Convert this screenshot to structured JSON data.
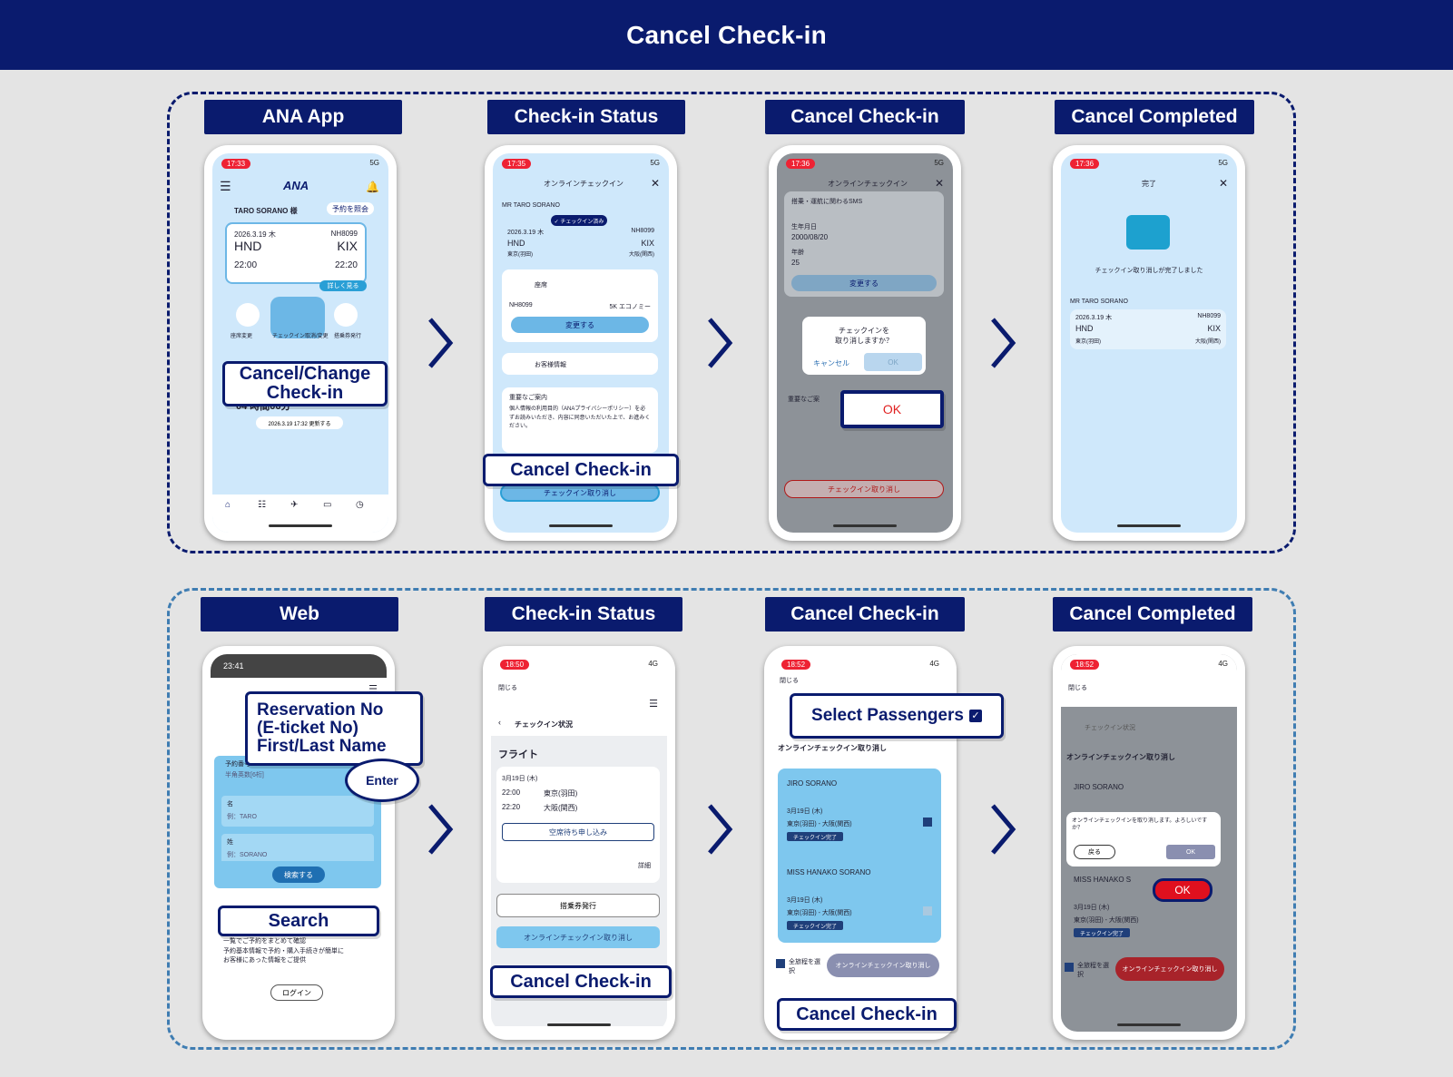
{
  "title": "Cancel Check-in",
  "app_row": {
    "steps": [
      "ANA App",
      "Check-in Status",
      "Cancel Check-in",
      "Cancel Completed"
    ],
    "callouts": {
      "cancel_change": "Cancel/Change\nCheck-in",
      "cancel_checkin": "Cancel Check-in",
      "ok": "OK"
    },
    "phone1": {
      "time": "17:33",
      "signal": "5G",
      "brand": "ANA",
      "passenger": "TARO SORANO 様",
      "reserve_btn": "予約を照会",
      "date": "2026.3.19 木",
      "flight": "NH8099",
      "from": "HND",
      "to": "KIX",
      "dep": "22:00",
      "arr": "22:20",
      "detail": "詳しく見る",
      "icon_labels": [
        "座席変更",
        "チェックイン取消/変更",
        "搭乗券発行"
      ],
      "remaining": "04 時間06分",
      "updated": "2026.3.19 17:32 更新する"
    },
    "phone2": {
      "time": "17:35",
      "signal": "5G",
      "header": "オンラインチェックイン",
      "pax": "MR TARO SORANO",
      "badge": "✓ チェックイン済み",
      "date": "2026.3.19 木",
      "flight": "NH8099",
      "from": "HND",
      "from_sub": "東京(羽田)",
      "to": "KIX",
      "to_sub": "大阪(関西)",
      "seat_title": "座席",
      "seat_flight": "NH8099",
      "seat_class": "5K エコノミー",
      "change_btn": "変更する",
      "customer_info": "お客様情報",
      "notice_title": "重要なご案内",
      "notice_text": "個人情報の利用目的（ANAプライバシーポリシー）を必ずお読みいただき、内容に同意いただいた上で、お進みください。",
      "cancel_btn": "チェックイン取り消し"
    },
    "phone3": {
      "time": "17:36",
      "signal": "5G",
      "header": "オンラインチェックイン",
      "sms": "搭乗・運航に関わるSMS",
      "dob_label": "生年月日",
      "dob": "2000/08/20",
      "age_label": "年齢",
      "age": "25",
      "change_btn": "変更する",
      "dialog": "チェックインを\n取り消しますか？",
      "dialog_cancel": "キャンセル",
      "dialog_ok": "OK",
      "notice_title": "重要なご案",
      "cancel_btn": "チェックイン取り消し"
    },
    "phone4": {
      "time": "17:36",
      "signal": "5G",
      "header": "完了",
      "message": "チェックイン取り消しが完了しました",
      "pax": "MR TARO SORANO",
      "date": "2026.3.19 木",
      "flight": "NH8099",
      "from": "HND",
      "from_sub": "東京(羽田)",
      "to": "KIX",
      "to_sub": "大阪(関西)"
    }
  },
  "web_row": {
    "steps": [
      "Web",
      "Check-in Status",
      "Cancel Check-in",
      "Cancel Completed"
    ],
    "callouts": {
      "reservation": "Reservation No\n(E-ticket No)\nFirst/Last Name",
      "enter": "Enter",
      "search": "Search",
      "cancel_checkin2": "Cancel Check-in",
      "select_passengers": "Select Passengers",
      "cancel_checkin3": "Cancel Check-in",
      "ok": "OK"
    },
    "phone1": {
      "time": "23:41",
      "field1_label": "予約番号",
      "field1_hint": "半角英数[6桁]",
      "field2_label": "名",
      "field2_hint": "例：TARO",
      "field3_label": "姓",
      "field3_hint": "例：SORANO",
      "search_btn": "検索する",
      "bullets": [
        "一覧でご予約をまとめて確認",
        "予約基本情報で予約・購入手続きが簡単に",
        "お客様にあった情報をご提供"
      ],
      "login": "ログイン"
    },
    "phone2": {
      "time": "18:50",
      "signal": "4G",
      "close": "閉じる",
      "title": "チェックイン状況",
      "section": "フライト",
      "date": "3月19日 (木)",
      "dep_time": "22:00",
      "dep": "東京(羽田)",
      "arr_time": "22:20",
      "arr": "大阪(関西)",
      "waitlist": "空席待ち申し込み",
      "detail": "詳細",
      "boarding": "搭乗券発行",
      "cancel_btn": "オンラインチェックイン取り消し"
    },
    "phone3": {
      "time": "18:52",
      "signal": "4G",
      "close": "閉じる",
      "title": "オンラインチェックイン取り消し",
      "pax1": "JIRO SORANO",
      "pax2": "MISS HANAKO SORANO",
      "date": "3月19日 (木)",
      "route": "東京(羽田) - 大阪(関西)",
      "status": "チェックイン完了",
      "select_all": "全旅程を選択",
      "cancel_btn": "オンラインチェックイン取り消し"
    },
    "phone4": {
      "time": "18:52",
      "signal": "4G",
      "close": "閉じる",
      "title": "オンラインチェックイン取り消し",
      "back_title": "チェックイン状況",
      "pax1": "JIRO SORANO",
      "pax2": "MISS HANAKO S",
      "dialog": "オンラインチェックインを取り消します。よろしいですか？",
      "back_btn": "戻る",
      "ok_btn": "OK",
      "date": "3月19日 (木)",
      "route": "東京(羽田) - 大阪(関西)",
      "status": "チェックイン完了",
      "select_all": "全旅程を選択",
      "cancel_btn": "オンラインチェックイン取り消し"
    }
  },
  "colors": {
    "navy": "#0a1b6e",
    "light_blue": "#cfe8fb",
    "accent": "#2a9fd6",
    "alert_red": "#e02020"
  }
}
